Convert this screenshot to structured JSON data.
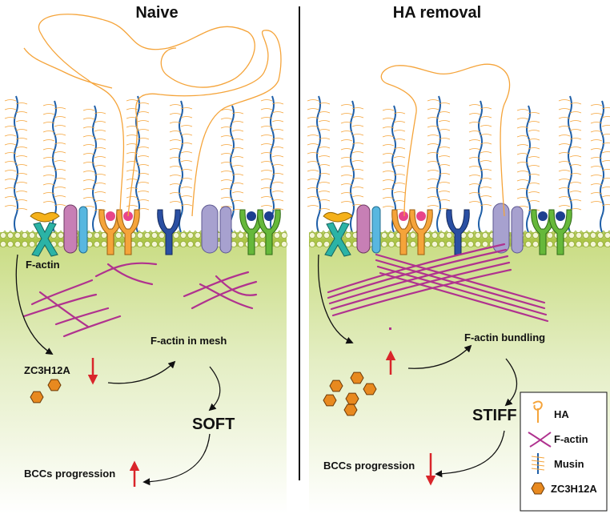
{
  "panels": {
    "left": {
      "title": "Naive",
      "factin_label": "F-actin",
      "state_label": "F-actin in mesh",
      "gene_label": "ZC3H12A",
      "stiffness_label": "SOFT",
      "progression_label": "BCCs progression"
    },
    "right": {
      "title": "HA removal",
      "state_label": "F-actin bundling",
      "stiffness_label": "STIFF",
      "progression_label": "BCCs progression"
    }
  },
  "legend": {
    "items": [
      {
        "label": "HA",
        "icon": "ha-icon",
        "color": "#f5a43a"
      },
      {
        "label": "F-actin",
        "icon": "f-actin-icon",
        "color": "#b0328f"
      },
      {
        "label": "Musin",
        "icon": "mucin-icon",
        "color": "#1f5fa8"
      },
      {
        "label": "ZC3H12A",
        "icon": "zc3h12a-hexagon-icon",
        "color": "#e8891f"
      }
    ]
  },
  "colors": {
    "ha": "#f5a43a",
    "f_actin": "#b0328f",
    "mucin": "#1f5fa8",
    "membrane": "#a8c23f",
    "cytoplasm": "#d6e6a0",
    "arrow_red": "#d9252a",
    "hexagon": "#e8891f"
  }
}
